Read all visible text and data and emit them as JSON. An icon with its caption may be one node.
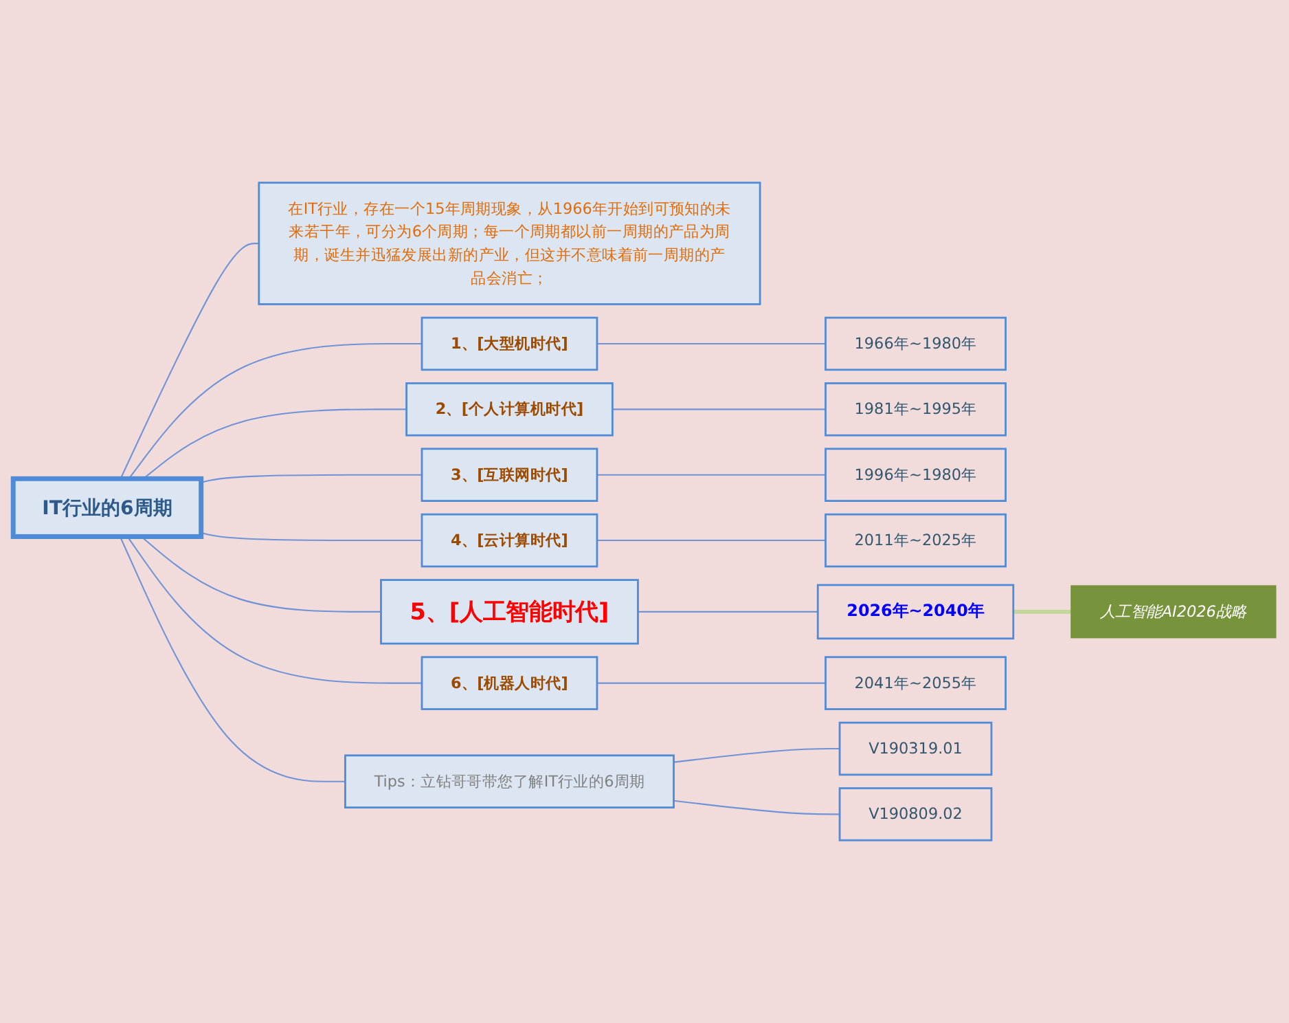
{
  "diagram": {
    "nodes": [
      {
        "text": [
          "IT行业的6周期"
        ]
      },
      {
        "text": [
          "在IT行业，存在一个15年周期现象，从1966年开始到可预知的未来若干年，可分为6个周期；每一个周期都以前一周期的产品为周期，诞生并迅猛发展出新的产业，但这并不意味着前一周期的产品会消亡；"
        ]
      },
      {
        "text": [
          "1、[大型机时代]"
        ]
      },
      {
        "text": [
          "2、[个人计算机时代]"
        ]
      },
      {
        "text": [
          "3、[互联网时代]"
        ]
      },
      {
        "text": [
          "4、[云计算时代]"
        ]
      },
      {
        "text": [
          "5、[人工智能时代]"
        ]
      },
      {
        "text": [
          "6、[机器人时代]"
        ]
      },
      {
        "text": [
          "Tips：立钻哥哥带您了解IT行业的6周期"
        ]
      },
      {
        "text": [
          "1966年~1980年"
        ]
      },
      {
        "text": [
          "1981年~1995年"
        ]
      },
      {
        "text": [
          "1996年~1980年"
        ]
      },
      {
        "text": [
          "2011年~2025年"
        ]
      },
      {
        "text": [
          "2026年~2040年"
        ]
      },
      {
        "text": [
          "2041年~2055年"
        ]
      },
      {
        "text": [
          "人工智能AI2026战略"
        ]
      },
      {
        "text": [
          "V190319.01"
        ]
      },
      {
        "text": [
          "V190809.02"
        ]
      }
    ],
    "edges": [
      {
        "from": 0,
        "to": 1,
        "arrow": "none"
      },
      {
        "from": 0,
        "to": 2,
        "arrow": "none"
      },
      {
        "from": 0,
        "to": 3,
        "arrow": "none"
      },
      {
        "from": 0,
        "to": 4,
        "arrow": "none"
      },
      {
        "from": 0,
        "to": 5,
        "arrow": "none"
      },
      {
        "from": 0,
        "to": 6,
        "arrow": "none"
      },
      {
        "from": 0,
        "to": 7,
        "arrow": "none"
      },
      {
        "from": 0,
        "to": 8,
        "arrow": "none"
      },
      {
        "from": 2,
        "to": 9,
        "arrow": "none"
      },
      {
        "from": 3,
        "to": 10,
        "arrow": "none"
      },
      {
        "from": 4,
        "to": 11,
        "arrow": "none"
      },
      {
        "from": 5,
        "to": 12,
        "arrow": "none"
      },
      {
        "from": 6,
        "to": 13,
        "arrow": "none"
      },
      {
        "from": 7,
        "to": 14,
        "arrow": "none"
      },
      {
        "from": 13,
        "to": 15,
        "arrow": "none",
        "style": "thick",
        "color": "#c4d79b"
      },
      {
        "from": 8,
        "to": 16,
        "arrow": "none"
      },
      {
        "from": 8,
        "to": 17,
        "arrow": "none"
      }
    ]
  }
}
